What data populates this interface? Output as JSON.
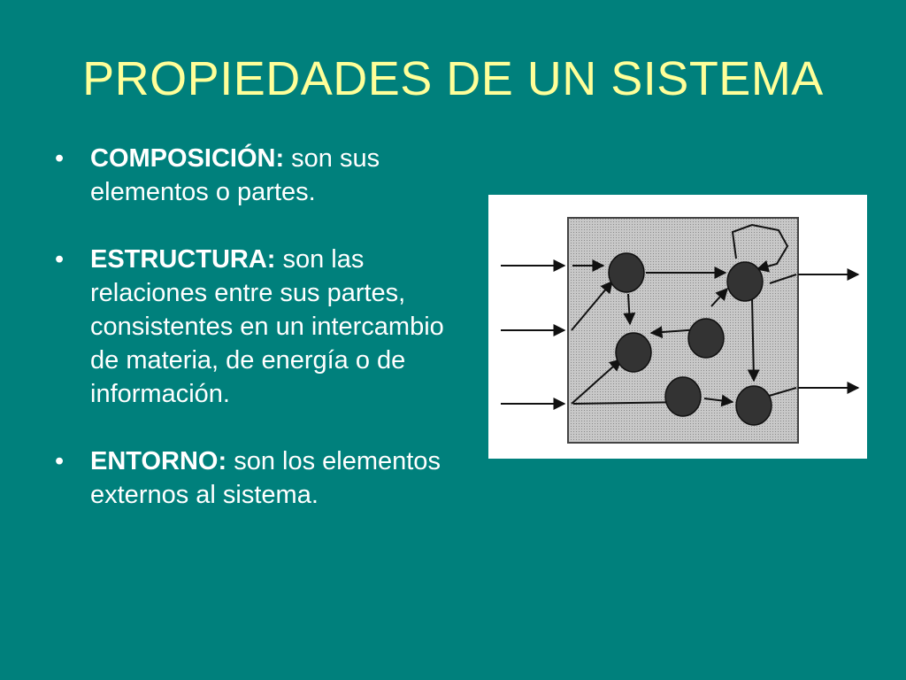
{
  "slide": {
    "title": "PROPIEDADES DE UN SISTEMA",
    "bullets": [
      {
        "term": "COMPOSICIÓN:",
        "text": " son sus elementos o partes."
      },
      {
        "term": "ESTRUCTURA:",
        "text": " son las relaciones entre sus partes, consistentes en un intercambio de materia, de energía o de información."
      },
      {
        "term": "ENTORNO:",
        "text": " son los elementos externos al sistema."
      }
    ]
  },
  "colors": {
    "background": "#00807c",
    "title": "#ffff99",
    "text": "#ffffff",
    "system_box_fill": "#bdbdbd",
    "node_fill": "#333333"
  },
  "figure": {
    "icon": "system-diagram",
    "node_count": 6,
    "input_arrows": 3,
    "output_arrows": 2
  }
}
